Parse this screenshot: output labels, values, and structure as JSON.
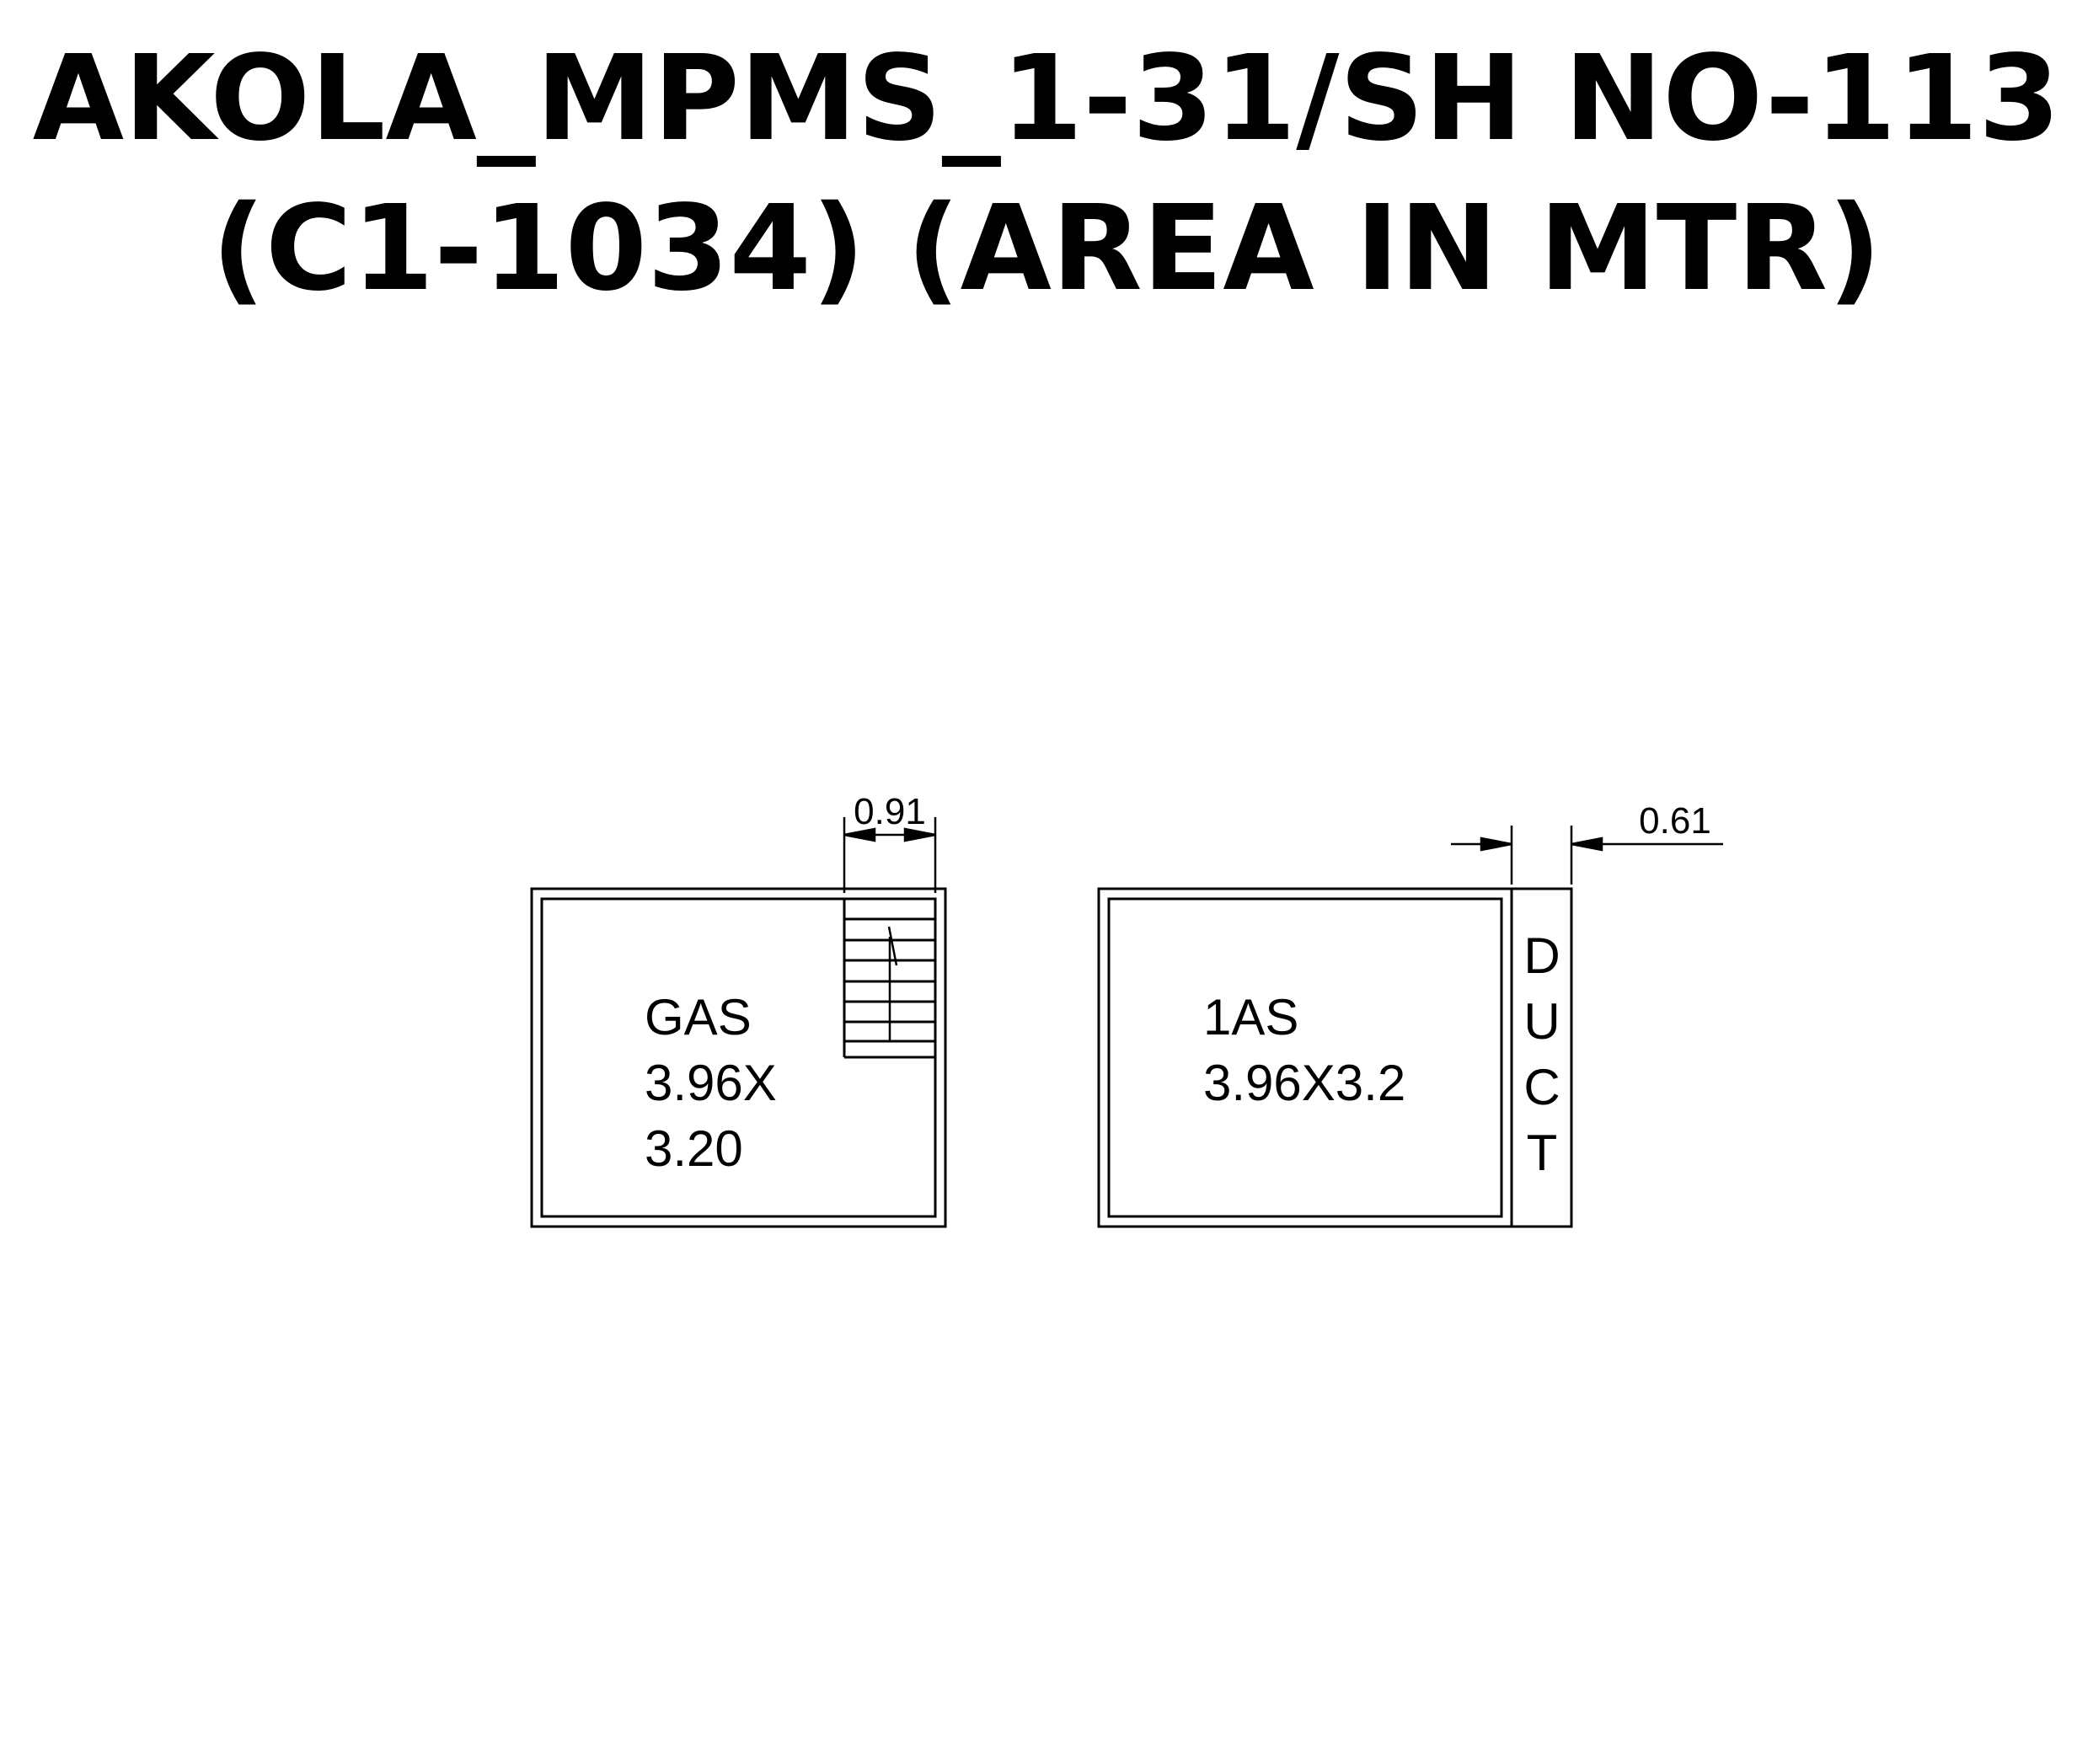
{
  "title": {
    "line1": "AKOLA_MPMS_1-31/SH NO-113",
    "line2": "(C1-1034) (AREA IN MTR)"
  },
  "left_room": {
    "name": "GAS",
    "dim_line1": "3.96X",
    "dim_line2": "3.20",
    "stair_dimension": "0.91"
  },
  "right_room": {
    "name": "1AS",
    "dimensions": "3.96X3.2",
    "duct_dimension": "0.61",
    "duct_letters": [
      "D",
      "U",
      "C",
      "T"
    ]
  },
  "colors": {
    "line": "#000000",
    "background": "#ffffff"
  }
}
